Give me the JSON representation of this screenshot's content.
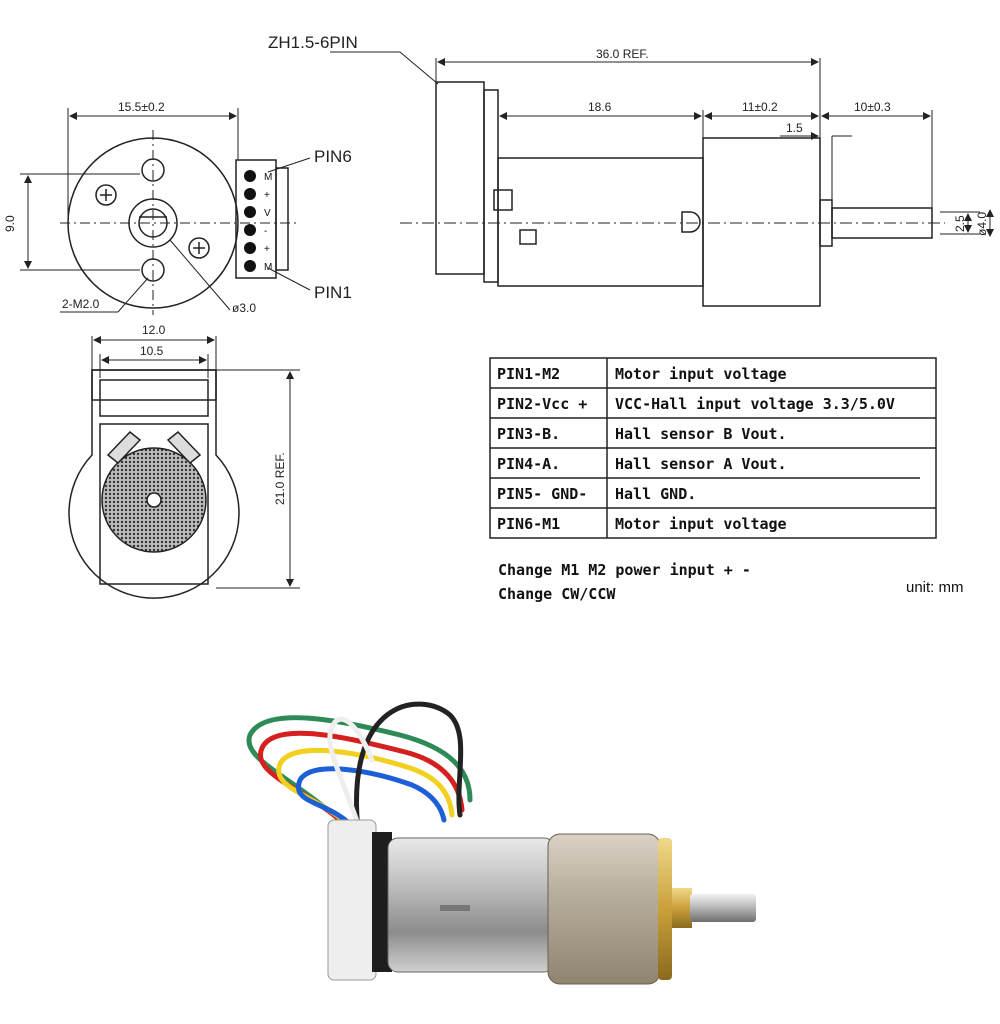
{
  "front_view": {
    "dim_width": "15.5±0.2",
    "dim_height": "9.0",
    "mount_holes": "2-M2.0",
    "shaft_dia": "ø3.0",
    "pin6_label": "PIN6",
    "pin1_label": "PIN1",
    "pin_marks": [
      "M",
      "+",
      "V",
      "-",
      "+",
      "M"
    ]
  },
  "side_view": {
    "connector": "ZH1.5-6PIN",
    "total_ref": "36.0 REF.",
    "motor_len": "18.6",
    "gear_len": "11±0.2",
    "shaft_len": "10±0.3",
    "step": "1.5",
    "flat": "2.5",
    "shaft_dia": "ø4.0"
  },
  "rear_view": {
    "width_outer": "12.0",
    "width_inner": "10.5",
    "height_ref": "21.0 REF."
  },
  "pin_table": [
    {
      "pin": "PIN1-M2",
      "desc": "Motor input voltage"
    },
    {
      "pin": "PIN2-Vcc +",
      "desc": "VCC-Hall input voltage 3.3/5.0V"
    },
    {
      "pin": "PIN3-B.",
      "desc": "Hall sensor B Vout."
    },
    {
      "pin": "PIN4-A.",
      "desc": "Hall sensor A Vout."
    },
    {
      "pin": "PIN5- GND-",
      "desc": "Hall GND."
    },
    {
      "pin": "PIN6-M1",
      "desc": "Motor input voltage"
    }
  ],
  "notes": [
    "Change M1 M2 power input + -",
    "Change CW/CCW"
  ],
  "unit": "unit: mm",
  "wire_colors": [
    "#2e8b57",
    "#d62020",
    "#f2d020",
    "#1c5fd6",
    "#222222",
    "#eeeeee"
  ]
}
